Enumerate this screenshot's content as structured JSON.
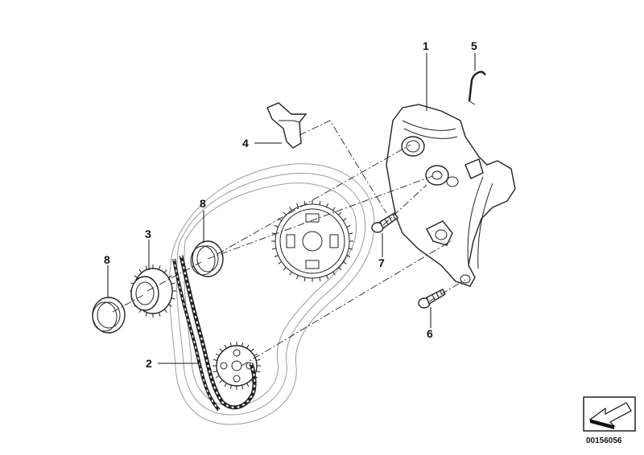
{
  "callouts": [
    {
      "id": "1",
      "label": "1"
    },
    {
      "id": "2",
      "label": "2"
    },
    {
      "id": "3",
      "label": "3"
    },
    {
      "id": "4",
      "label": "4"
    },
    {
      "id": "5",
      "label": "5"
    },
    {
      "id": "6",
      "label": "6"
    },
    {
      "id": "7",
      "label": "7"
    },
    {
      "id": "8a",
      "label": "8"
    },
    {
      "id": "8b",
      "label": "8"
    }
  ],
  "footer": {
    "part_number": "00156056"
  },
  "icons": {
    "corner_mark": "arrow-box-icon"
  }
}
